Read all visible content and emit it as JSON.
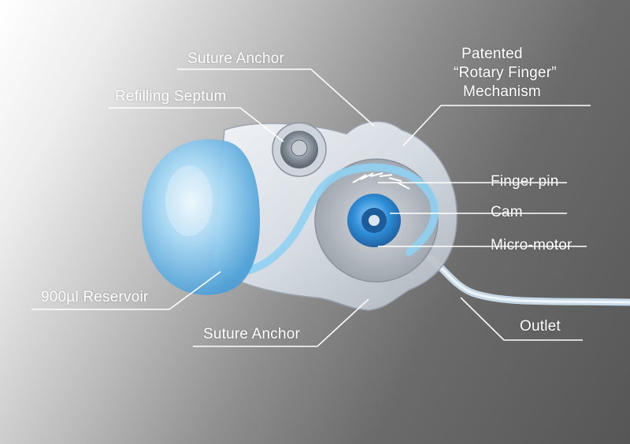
{
  "labels": {
    "suture_anchor_top": "Suture Anchor",
    "refilling_septum": "Refilling Septum",
    "patented_line1": "Patented",
    "patented_line2": "“Rotary Finger”",
    "patented_line3": "Mechanism",
    "finger_pin": "Finger pin",
    "cam": "Cam",
    "micro_motor": "Micro-motor",
    "reservoir": "900µl Reservoir",
    "suture_anchor_bottom": "Suture Anchor",
    "outlet": "Outlet"
  },
  "colors": {
    "label_text": "#ffffff",
    "leader_line": "#ffffff",
    "reservoir_blue": "#7fc3ec",
    "tubing_blue": "#8fd0f2",
    "cam_blue": "#2f8fd8",
    "housing": "#dfe4ea"
  }
}
